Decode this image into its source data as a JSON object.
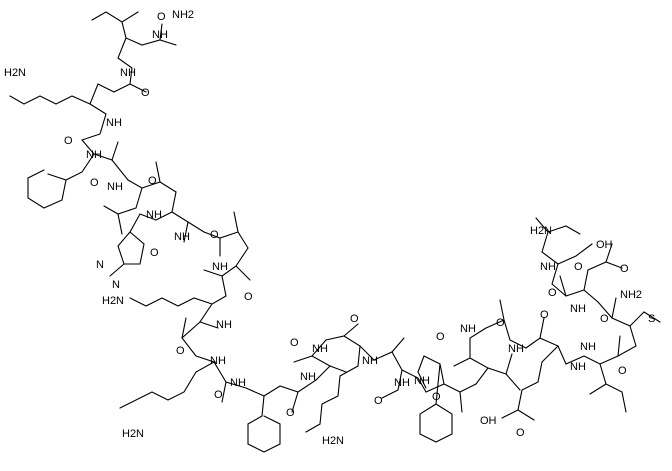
{
  "diagram": {
    "colors": {
      "line": "#000000",
      "background": "#ffffff"
    },
    "labels": {
      "nh2_top": "NH2",
      "nh_gly": "NH",
      "o_gly": "O",
      "nh_gly2": "NH",
      "o_gly2": "O",
      "h2n_lys1": "H2N",
      "nh_lys1": "NH",
      "o_lys1": "O",
      "nh_phe1": "NH",
      "o_phe1": "O",
      "nh_leu": "NH",
      "o_leu": "O",
      "nh_his": "NH",
      "o_his": "O",
      "nh_ala1": "NH",
      "o_ala1": "O",
      "nh_ala2": "NH",
      "o_ala2": "O",
      "n_imid": "N",
      "nh_imid": "N",
      "h2n_lys2": "H2N",
      "nh_lys2": "NH",
      "o_lys2": "O",
      "nh_lys3": "NH",
      "o_lys3": "O",
      "h2n_lys3": "H2N",
      "nh_phe2": "NH",
      "o_phe2": "O",
      "nh_ala3": "NH",
      "o_ala3": "O",
      "nh_lys4": "NH",
      "o_lys4": "O",
      "h2n_lys4": "H2N",
      "nh_ala4": "NH",
      "o_ala4": "O",
      "nh_phe3": "NH",
      "o_phe3": "O",
      "nh_val": "NH",
      "o_val": "O",
      "nh_ala5": "NH",
      "o_ala5": "O",
      "nh_glu": "NH",
      "o_glu": "O",
      "ho_glu": "OH",
      "o_glu_acid": "O",
      "nh_ile": "NH",
      "o_ile": "O",
      "nh_met": "NH",
      "o_met": "O",
      "s_met": "S",
      "nh_asn": "NH",
      "o_asn": "O",
      "nh2_asn": "NH2",
      "o_asn_side": "O",
      "nh_ser": "NH",
      "h2n_ser": "H2N",
      "o_ser": "O",
      "oh_ser": "OH"
    }
  }
}
